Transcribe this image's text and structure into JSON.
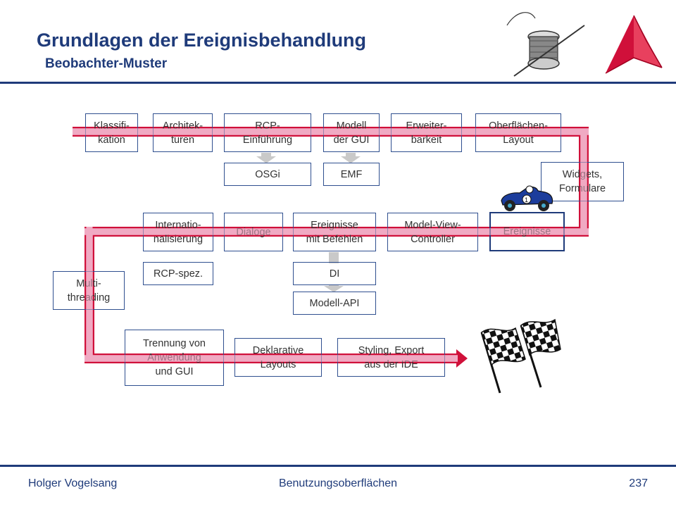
{
  "header": {
    "title": "Grundlagen der Ereignisbehandlung",
    "subtitle": "Beobachter-Muster"
  },
  "footer": {
    "author": "Holger Vogelsang",
    "course": "Benutzungsoberflächen",
    "page": "237"
  },
  "colors": {
    "accent": "#1f3b7a",
    "track": "#d0103a",
    "track_highlight": "#f0aac3",
    "box_border": "#2f4f8f"
  },
  "icons": [
    "thread-spool-icon",
    "tent-logo-icon",
    "race-car-icon",
    "checkered-flag-icon"
  ],
  "topics": {
    "klassifikation": "Klassifi-\nkation",
    "architekturen": "Architek-\nturen",
    "rcp_einfuehrung": "RCP-\nEinführung",
    "modell_gui": "Modell\nder GUI",
    "erweiterbarkeit": "Erweiter-\nbarkeit",
    "oberflaechen_layout": "Oberflächen-\nLayout",
    "osgi": "OSGi",
    "emf": "EMF",
    "widgets_formulare": "Widgets,\nFormulare",
    "ereignisse": "Ereignisse",
    "mvc": "Model-View-\nController",
    "ereignisse_befehle": "Ereignisse\nmit Befehlen",
    "dialoge": "Dialoge",
    "internationalisierung": "Internatio-\nnalisierung",
    "rcp_spez": "RCP-spez.",
    "di": "DI",
    "modell_api": "Modell-API",
    "multithreading": "Multi-\nthreading",
    "trennung": "Trennung von\nAnwendung\nund GUI",
    "deklarative_layouts": "Deklarative\nLayouts",
    "styling_export": "Styling, Export\naus der IDE"
  }
}
